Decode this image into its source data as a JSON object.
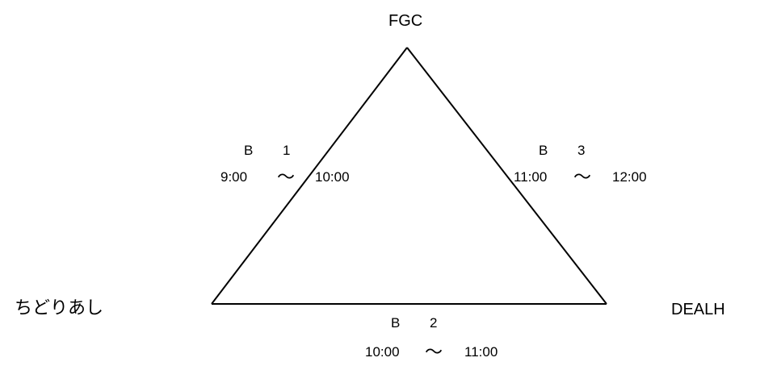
{
  "teams": {
    "top": "FGC",
    "left": "ちどりあし",
    "right": "DEALH"
  },
  "matches": {
    "left_edge": {
      "code": "B",
      "num": "1",
      "start": "9:00",
      "sep": "～",
      "end": "10:00"
    },
    "bottom_edge": {
      "code": "B",
      "num": "2",
      "start": "10:00",
      "sep": "～",
      "end": "11:00"
    },
    "right_edge": {
      "code": "B",
      "num": "3",
      "start": "11:00",
      "sep": "～",
      "end": "12:00"
    }
  },
  "colors": {
    "line": "#000000",
    "background": "#ffffff"
  }
}
